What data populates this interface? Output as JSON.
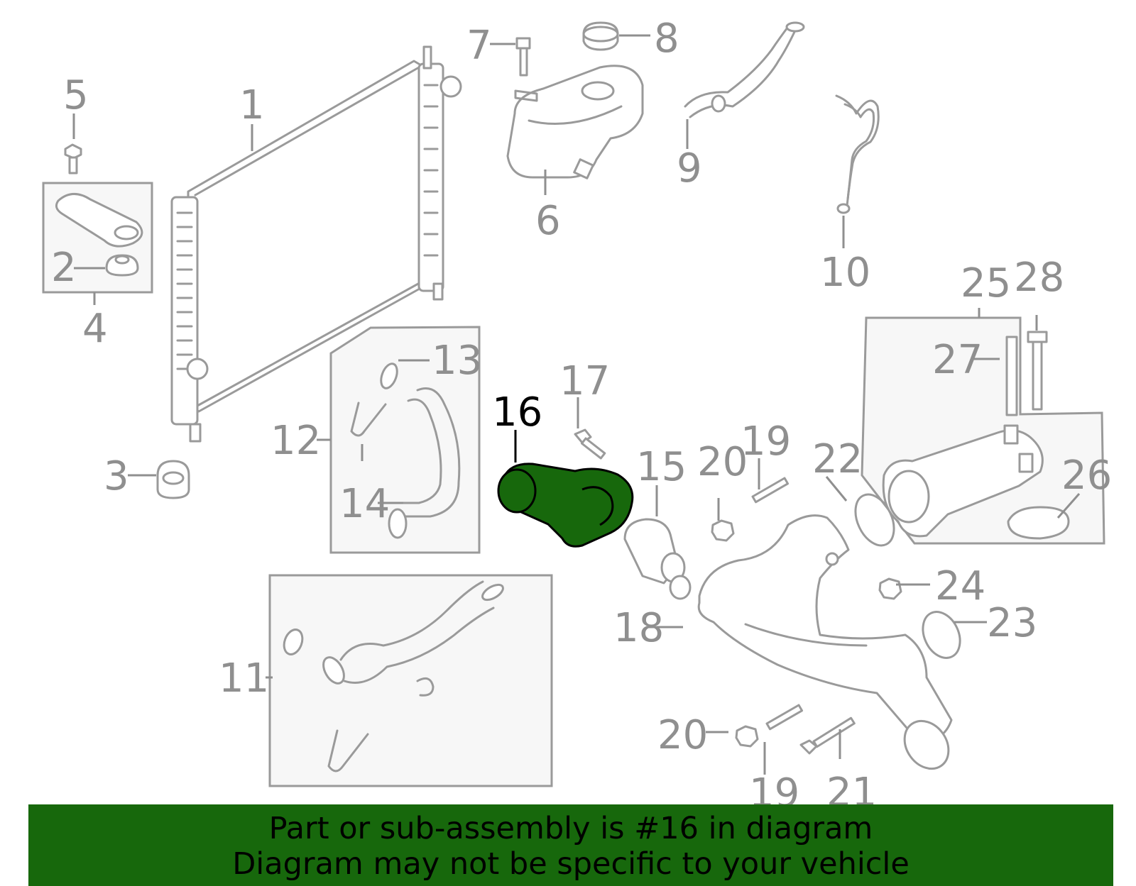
{
  "diagram": {
    "highlighted_part": "16",
    "highlight_color": "#17680c",
    "callouts": {
      "c1": "1",
      "c2": "2",
      "c3": "3",
      "c4": "4",
      "c5": "5",
      "c6": "6",
      "c7": "7",
      "c8": "8",
      "c9": "9",
      "c10": "10",
      "c11": "11",
      "c12": "12",
      "c13": "13",
      "c14": "14",
      "c15": "15",
      "c16": "16",
      "c17": "17",
      "c18": "18",
      "c19a": "19",
      "c19b": "19",
      "c20a": "20",
      "c20b": "20",
      "c21": "21",
      "c22": "22",
      "c23": "23",
      "c24": "24",
      "c25": "25",
      "c26": "26",
      "c27": "27",
      "c28": "28"
    }
  },
  "banner": {
    "line1": "Part or sub-assembly is #16 in diagram",
    "line2": "Diagram may not be specific to your vehicle",
    "background": "#17680c"
  }
}
